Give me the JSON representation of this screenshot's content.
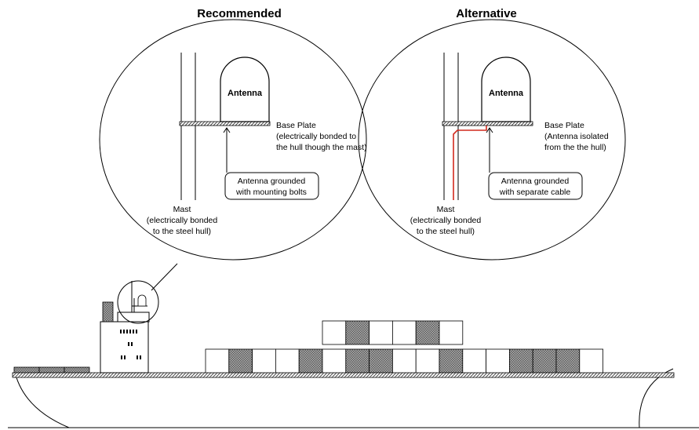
{
  "headings": {
    "recommended": "Recommended",
    "alternative": "Alternative"
  },
  "recommended_panel": {
    "antenna": "Antenna",
    "base_plate": [
      "Base Plate",
      "(electrically bonded to",
      "the hull though the mast)"
    ],
    "callout": [
      "Antenna grounded",
      "with mounting bolts"
    ],
    "mast": [
      "Mast",
      "(electrically bonded",
      "to the steel hull)"
    ]
  },
  "alternative_panel": {
    "antenna": "Antenna",
    "base_plate": [
      "Base Plate",
      "(Antenna isolated",
      "from the the hull)"
    ],
    "callout": [
      "Antenna grounded",
      "with separate cable"
    ],
    "mast": [
      "Mast",
      "(electrically bonded",
      "to the steel hull)"
    ]
  },
  "colors": {
    "ground_cable": "#d22a1e",
    "hatch_fill": "#9a9a9a"
  },
  "ship": {
    "container_rows": {
      "top": [
        "plain",
        "hatched",
        "plain",
        "plain",
        "hatched",
        "plain"
      ],
      "bottom": [
        "plain",
        "hatched",
        "plain",
        "plain",
        "hatched",
        "plain",
        "hatched",
        "hatched",
        "plain",
        "plain",
        "hatched",
        "plain",
        "plain",
        "hatched",
        "hatched",
        "hatched",
        "plain"
      ]
    }
  }
}
